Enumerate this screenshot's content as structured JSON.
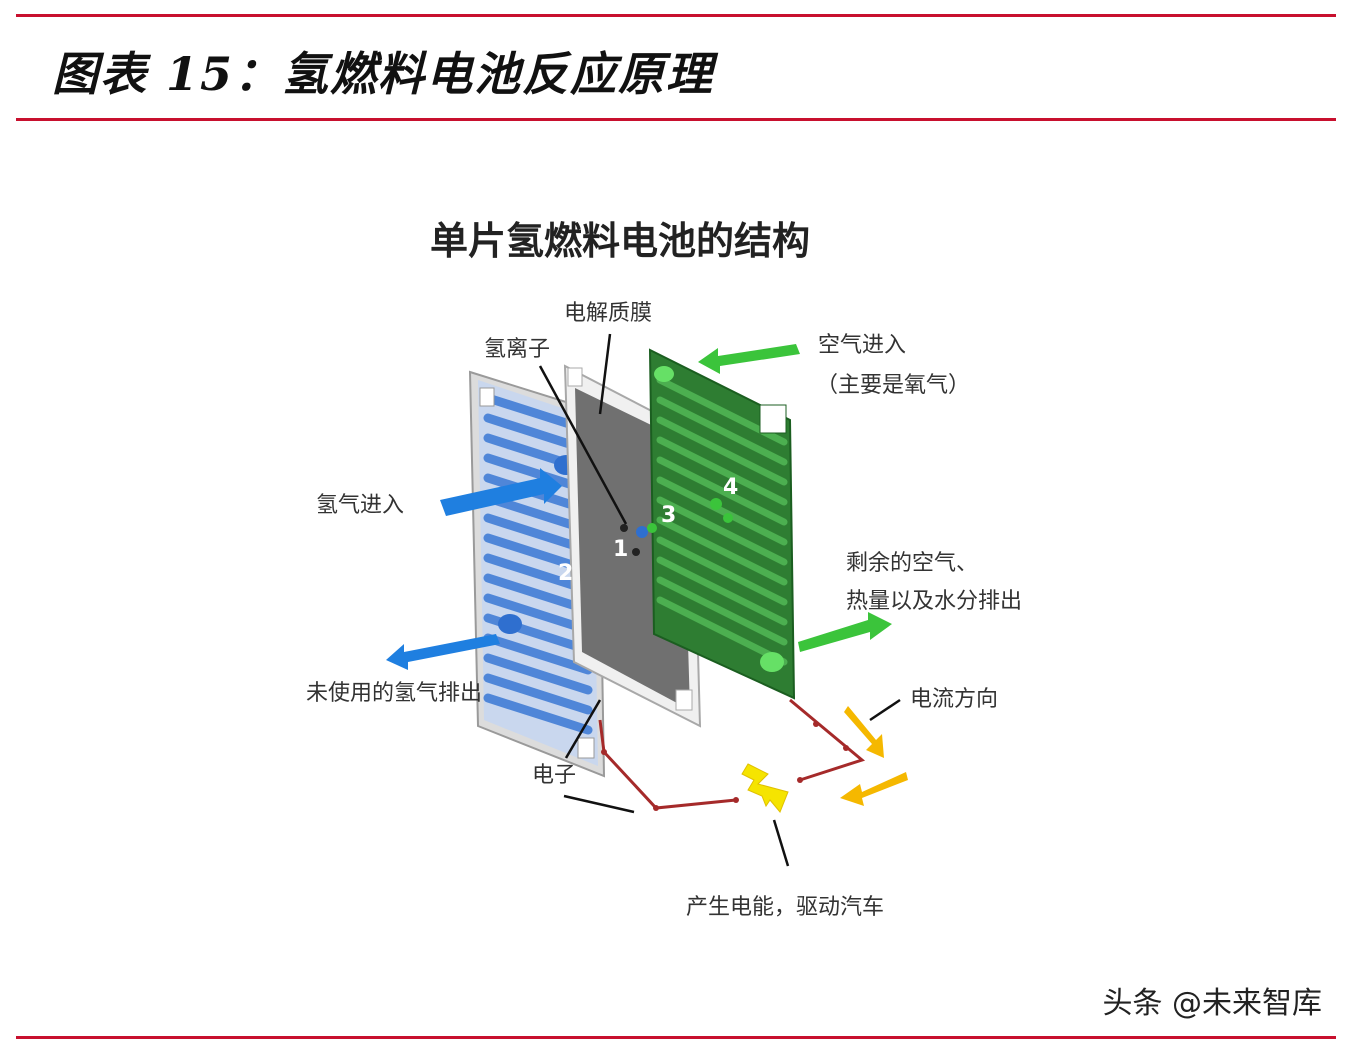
{
  "figure": {
    "title": "图表 15：氢燃料电池反应原理"
  },
  "diagram": {
    "title": "单片氢燃料电池的结构",
    "labels": {
      "membrane": "电解质膜",
      "hydrogen_ion": "氢离子",
      "air_in_line1": "空气进入",
      "air_in_line2": "（主要是氧气）",
      "hydrogen_in": "氢气进入",
      "exhaust_line1": "剩余的空气、",
      "exhaust_line2": "热量以及水分排出",
      "unused_hydrogen": "未使用的氢气排出",
      "current_direction": "电流方向",
      "electron": "电子",
      "power": "产生电能，驱动汽车"
    },
    "markers": [
      "1",
      "2",
      "3",
      "4"
    ],
    "colors": {
      "anode_plate": "#4f86d8",
      "cathode_plate": "#2e9b3a",
      "membrane": "#707070",
      "hydrogen_arrow": "#1f7fe0",
      "air_arrow": "#3bc43b",
      "circuit": "#a52a2a",
      "current_arrow": "#f5b800",
      "rule": "#c8102e"
    }
  },
  "watermark": "头条 @未来智库"
}
